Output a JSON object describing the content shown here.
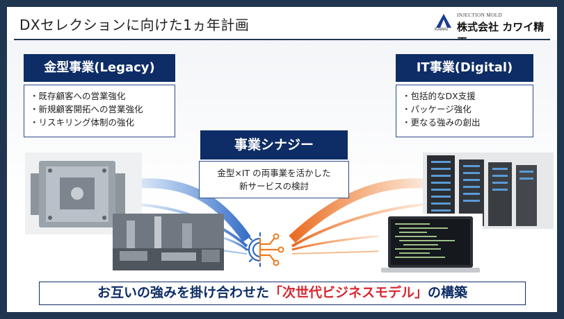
{
  "header": {
    "title": "DXセレクションに向けた1ヵ年計画",
    "logo": {
      "small_text": "INJECTION MOLD",
      "brand_text": "KAWAI",
      "company_name": "株式会社 カワイ精工"
    }
  },
  "legacy": {
    "title": "金型事業(Legacy)",
    "bullets": [
      "・既存顧客への営業強化",
      "・新規顧客開拓への営業強化",
      "・リスキリング体制の強化"
    ]
  },
  "digital": {
    "title": "IT事業(Digital)",
    "bullets": [
      "・包括的なDX支援",
      "・パッケージ強化",
      "・更なる強みの創出"
    ]
  },
  "synergy": {
    "title": "事業シナジー",
    "description_line1": "金型×IT の両事業を活かした",
    "description_line2": "新サービスの検討"
  },
  "banner": {
    "prefix": "お互いの強みを掛け合わせた",
    "highlight": "「次世代ビジネスモデル」",
    "suffix": "の構築"
  },
  "colors": {
    "navy": "#0e2d66",
    "frame": "#1f3550",
    "accent_red": "#d8262f",
    "flow_blue": "#3d7fd6",
    "flow_orange": "#f07a1e"
  }
}
